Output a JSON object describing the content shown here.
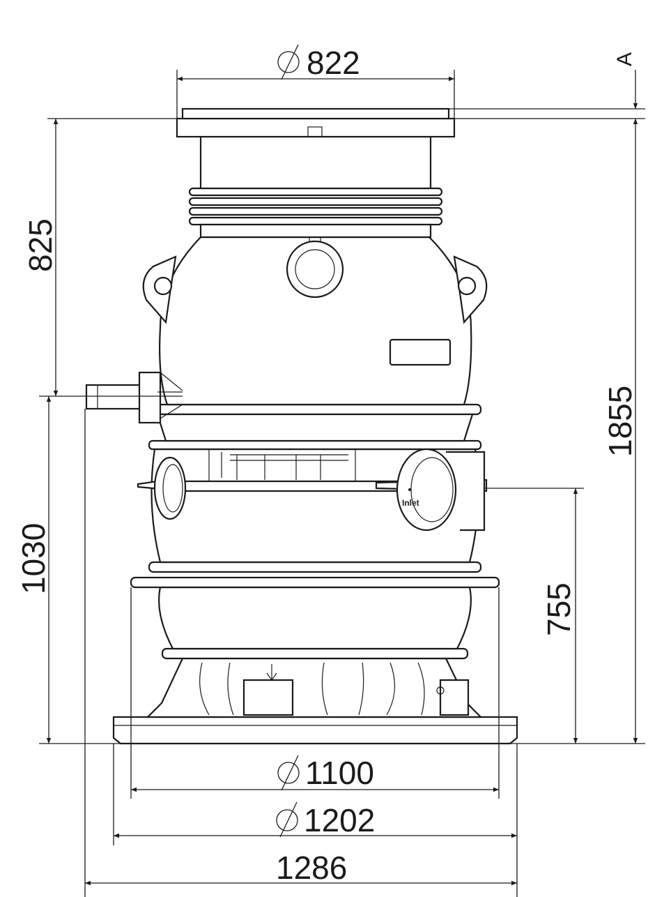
{
  "dimensions": {
    "top_diameter": "822",
    "height_upper": "825",
    "height_total": "1855",
    "height_inlet_pipe": "1030",
    "height_inlet": "755",
    "base_diameter_1": "1100",
    "base_diameter_2": "1202",
    "base_width": "1286",
    "marker_a": "A"
  },
  "labels": {
    "inlet": "Inlet"
  }
}
